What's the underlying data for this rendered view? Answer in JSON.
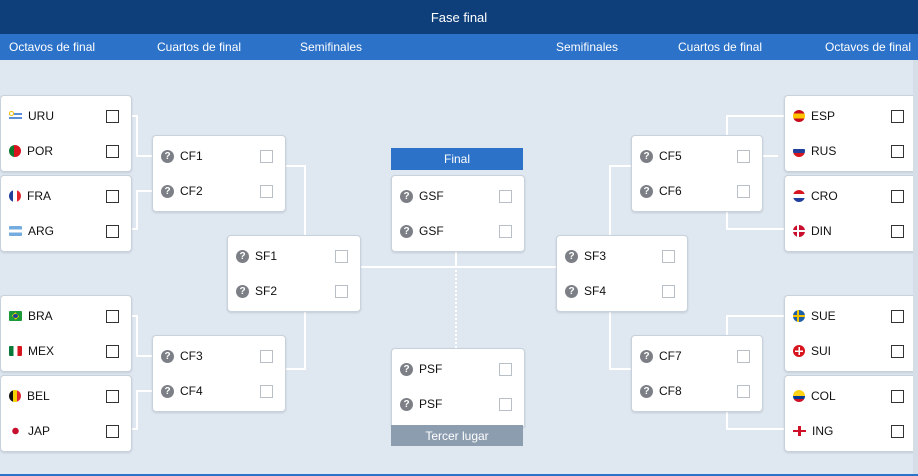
{
  "header": {
    "title": "Fase final"
  },
  "rounds": {
    "left": [
      "Octavos de final",
      "Cuartos de final",
      "Semifinales"
    ],
    "right": [
      "Semifinales",
      "Cuartos de final",
      "Octavos de final"
    ]
  },
  "round_of_16": {
    "left": [
      [
        "URU",
        "POR"
      ],
      [
        "FRA",
        "ARG"
      ],
      [
        "BRA",
        "MEX"
      ],
      [
        "BEL",
        "JAP"
      ]
    ],
    "right": [
      [
        "ESP",
        "RUS"
      ],
      [
        "CRO",
        "DIN"
      ],
      [
        "SUE",
        "SUI"
      ],
      [
        "COL",
        "ING"
      ]
    ]
  },
  "quarter_finals": {
    "left": [
      [
        "CF1",
        "CF2"
      ],
      [
        "CF3",
        "CF4"
      ]
    ],
    "right": [
      [
        "CF5",
        "CF6"
      ],
      [
        "CF7",
        "CF8"
      ]
    ]
  },
  "semi_finals": {
    "left": [
      "SF1",
      "SF2"
    ],
    "right": [
      "SF3",
      "SF4"
    ]
  },
  "final": {
    "label": "Final",
    "teams": [
      "GSF",
      "GSF"
    ]
  },
  "third_place": {
    "label": "Tercer lugar",
    "teams": [
      "PSF",
      "PSF"
    ]
  },
  "colors": {
    "header": "#0e3f7a",
    "rounds_bar": "#2c72c8",
    "background": "#dfe8f1",
    "third_bar": "#8c9db0"
  },
  "icons": {
    "unknown_team": "question-icon"
  }
}
